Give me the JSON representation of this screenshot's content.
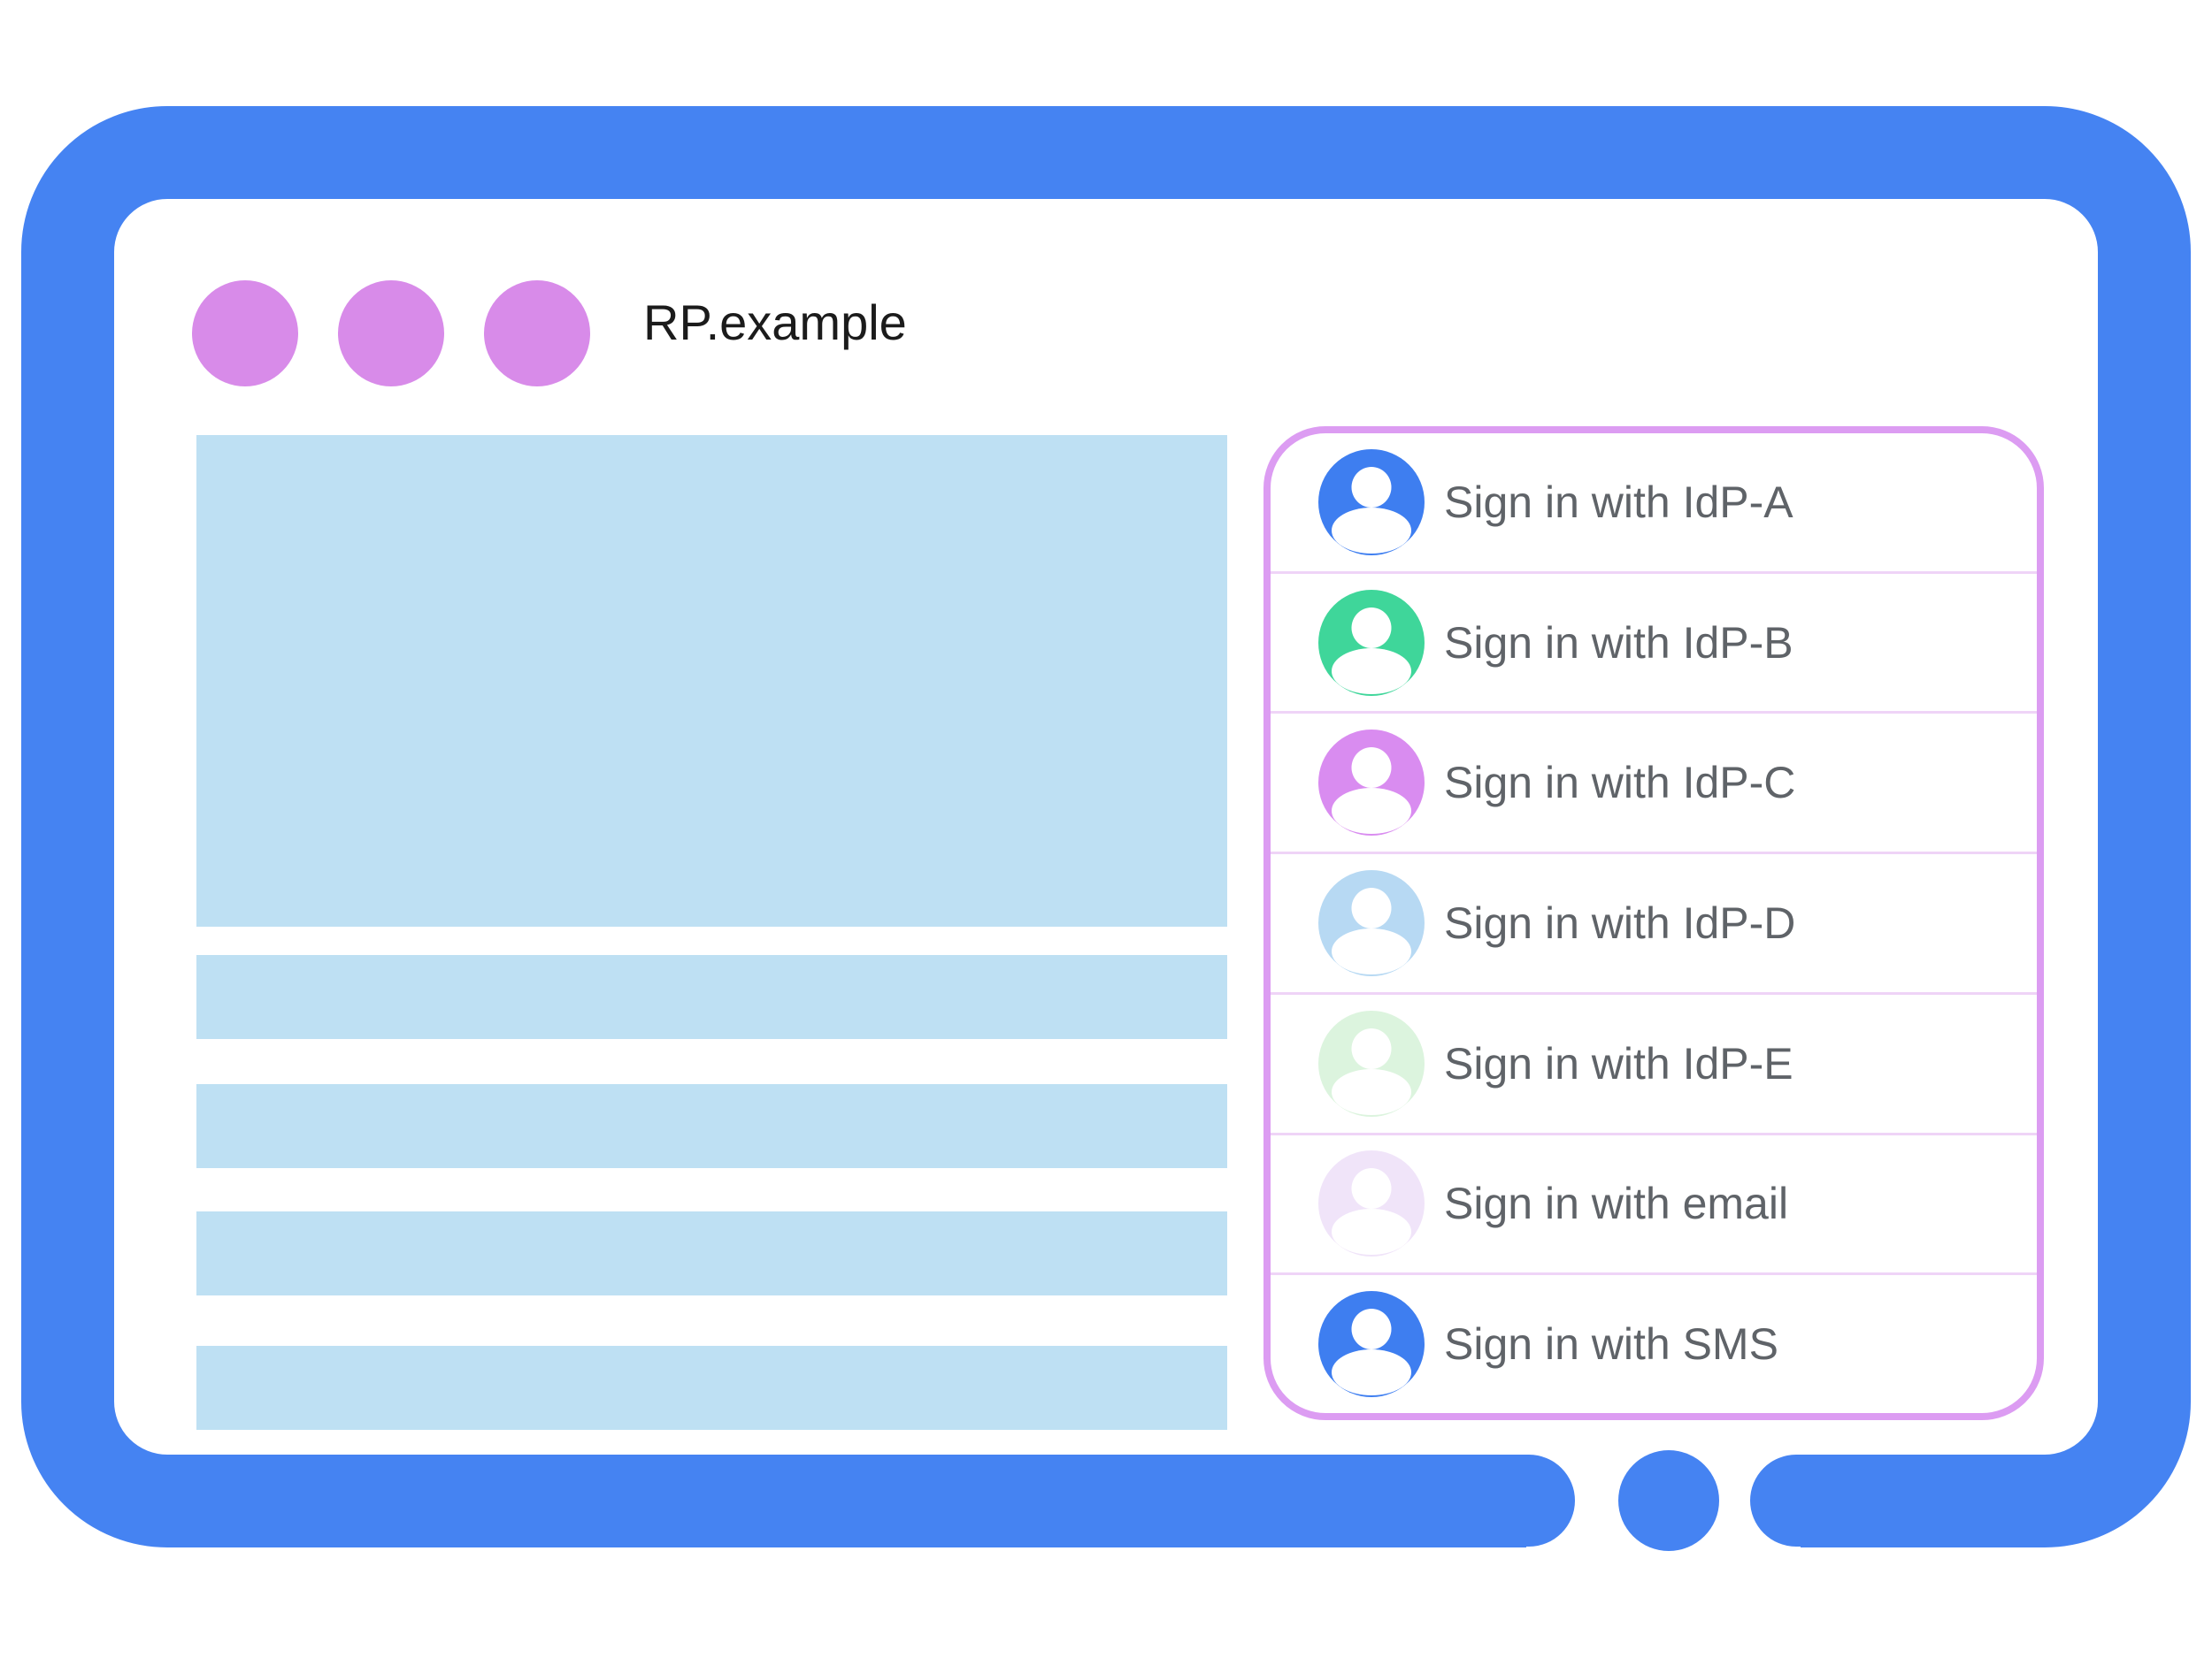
{
  "window": {
    "title": "RP.example"
  },
  "colors": {
    "frame_blue": "#4583F2",
    "window_dot_purple": "#D88BE9",
    "panel_border_purple": "#DC9CF2",
    "row_divider_pink": "#EFD4F7",
    "content_placeholder_blue": "#BEE0F3",
    "label_gray": "#5F6368",
    "title_black": "#1B1B1B",
    "avatar_glyph_white": "#FFFFFF"
  },
  "signin_panel": {
    "items": [
      {
        "label": "Sign in with IdP-A",
        "avatar_icon": "person-icon",
        "avatar_color": "#3E7EF0"
      },
      {
        "label": "Sign in with IdP-B",
        "avatar_icon": "person-icon",
        "avatar_color": "#3FD69A"
      },
      {
        "label": "Sign in with IdP-C",
        "avatar_icon": "person-icon",
        "avatar_color": "#D98CF0"
      },
      {
        "label": "Sign in with IdP-D",
        "avatar_icon": "person-icon",
        "avatar_color": "#B7D9F3"
      },
      {
        "label": "Sign in with IdP-E",
        "avatar_icon": "person-icon",
        "avatar_color": "#DCF4DE"
      },
      {
        "label": "Sign in with email",
        "avatar_icon": "person-icon",
        "avatar_color": "#F0E4F9"
      },
      {
        "label": "Sign in with SMS",
        "avatar_icon": "person-icon",
        "avatar_color": "#3E7EF0"
      }
    ]
  }
}
